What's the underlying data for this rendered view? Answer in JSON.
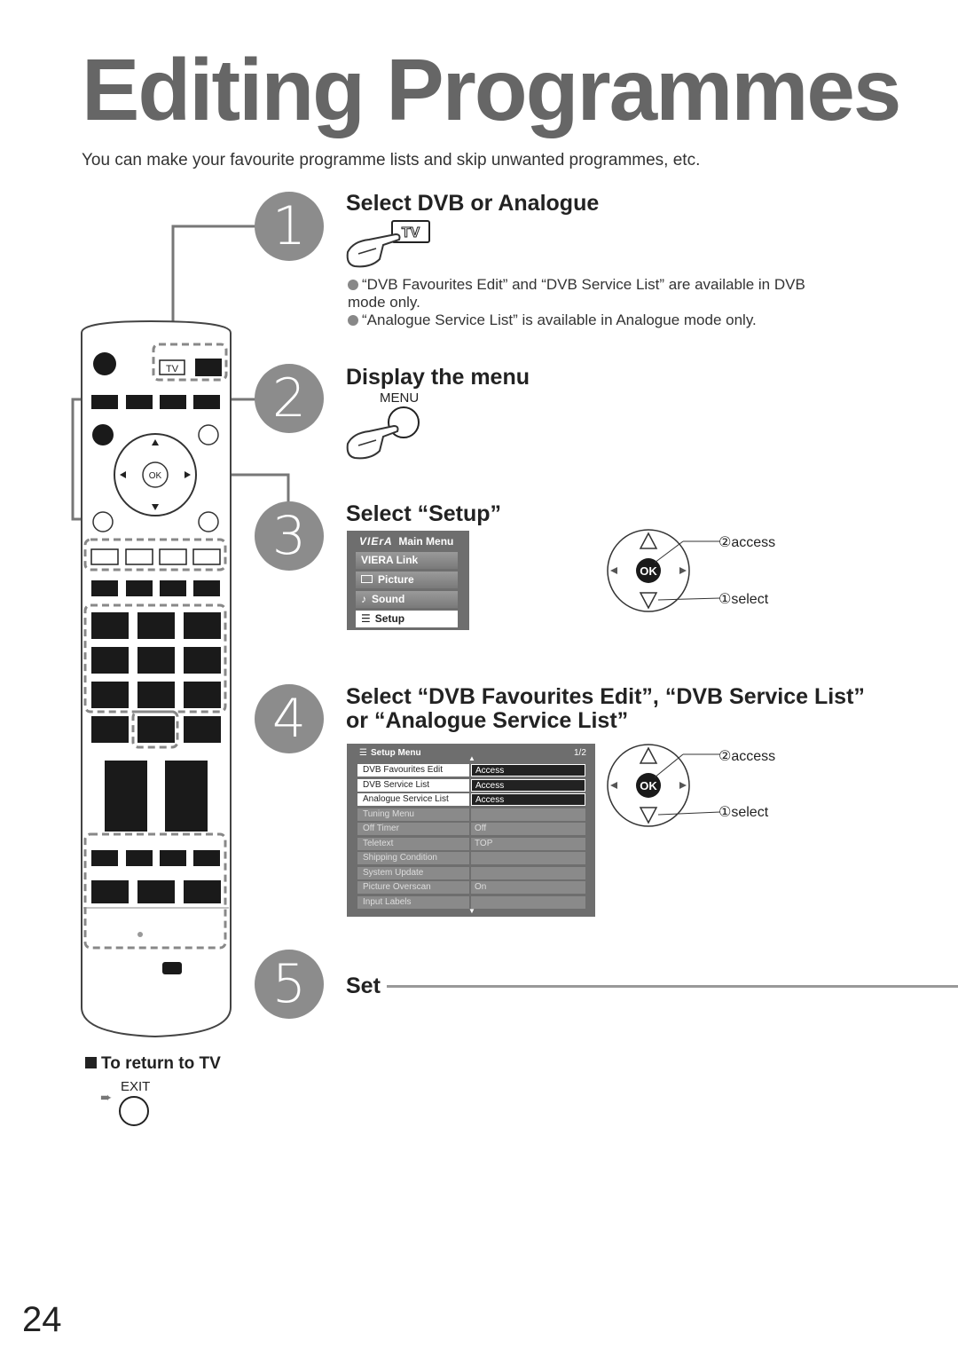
{
  "title": "Editing Programmes",
  "intro": "You can make your favourite programme lists and skip unwanted programmes, etc.",
  "remote": {
    "tv_label": "TV",
    "ok_label": "OK"
  },
  "steps": [
    {
      "number": "1",
      "heading": "Select DVB or Analogue",
      "button_label": "TV",
      "notes": [
        "“DVB Favourites Edit” and “DVB Service List” are available in DVB mode only.",
        "“Analogue Service List” is available in Analogue mode only."
      ]
    },
    {
      "number": "2",
      "heading": "Display the menu",
      "button_label": "MENU"
    },
    {
      "number": "3",
      "heading": "Select “Setup”",
      "main_menu": {
        "brand": "VIErA",
        "title": "Main Menu",
        "items": [
          "VIERA Link",
          "Picture",
          "Sound",
          "Setup"
        ],
        "selected": "Setup"
      },
      "control": {
        "access": "②access",
        "select": "①select",
        "ok": "OK"
      }
    },
    {
      "number": "4",
      "heading_line1": "Select “DVB Favourites Edit”, “DVB Service List”",
      "heading_line2": "or “Analogue Service List”",
      "setup_menu": {
        "title": "Setup Menu",
        "page": "1/2",
        "rows": [
          {
            "label": "DVB Favourites Edit",
            "value": "Access",
            "highlight": true
          },
          {
            "label": "DVB Service List",
            "value": "Access",
            "highlight": true
          },
          {
            "label": "Analogue Service List",
            "value": "Access",
            "highlight": true
          },
          {
            "label": "Tuning Menu",
            "value": "",
            "highlight": false
          },
          {
            "label": "Off Timer",
            "value": "Off",
            "highlight": false
          },
          {
            "label": "Teletext",
            "value": "TOP",
            "highlight": false
          },
          {
            "label": "Shipping Condition",
            "value": "",
            "highlight": false
          },
          {
            "label": "System Update",
            "value": "",
            "highlight": false
          },
          {
            "label": "Picture Overscan",
            "value": "On",
            "highlight": false
          },
          {
            "label": "Input Labels",
            "value": "",
            "highlight": false
          }
        ]
      },
      "control": {
        "access": "②access",
        "select": "①select",
        "ok": "OK"
      }
    },
    {
      "number": "5",
      "heading": "Set"
    }
  ],
  "return_to_tv": {
    "heading": "To return to TV",
    "button_label": "EXIT"
  },
  "page_number": "24"
}
